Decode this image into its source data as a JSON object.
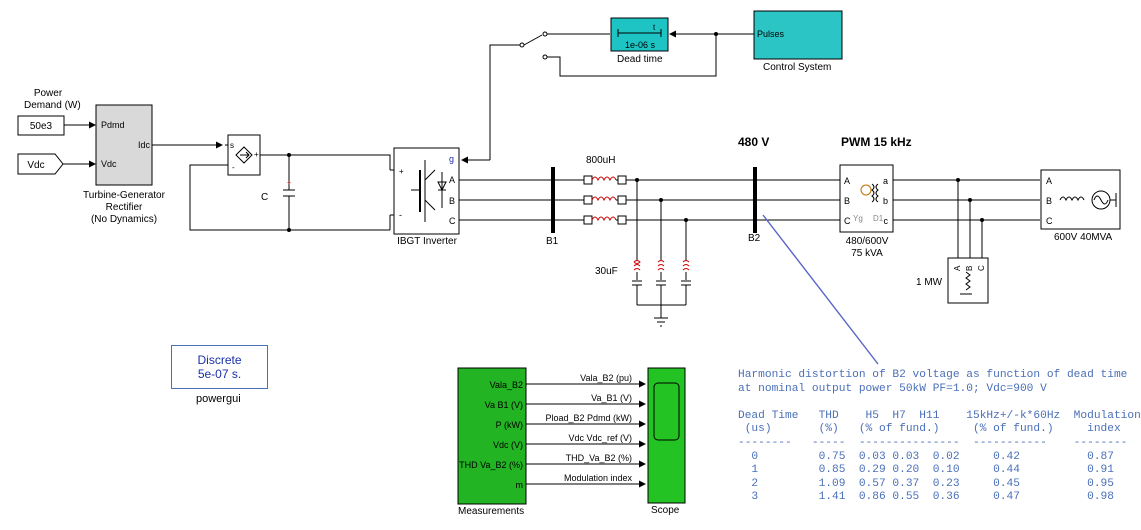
{
  "labels": {
    "power_demand_line1": "Power",
    "power_demand_line2": "Demand (W)",
    "constant_value": "50e3",
    "vdc_input": "Vdc",
    "rectifier_port_pdmd": "Pdmd",
    "rectifier_port_vdc": "Vdc",
    "rectifier_port_idc": "Idc",
    "rectifier_name_1": "Turbine-Generator",
    "rectifier_name_2": "Rectifier",
    "rectifier_name_3": "(No Dynamics)",
    "capacitor_c": "C",
    "current_source_s": "s",
    "inverter_g": "g",
    "inverter_a": "A",
    "inverter_b": "B",
    "inverter_c": "C",
    "inverter_plus": "+",
    "inverter_minus": "-",
    "inverter_name": "IBGT Inverter",
    "inductor_label": "800uH",
    "capacitor_30uf": "30uF",
    "bus_b1": "B1",
    "bus_b2": "B2",
    "v480": "480 V",
    "pwm": "PWM 15 kHz",
    "dead_time_t": "t",
    "dead_time_value": "1e-06 s",
    "dead_time_name": "Dead time",
    "control_pulses": "Pulses",
    "control_name": "Control System",
    "xfmr_A": "A",
    "xfmr_B": "B",
    "xfmr_C": "C",
    "xfmr_a": "a",
    "xfmr_b": "b",
    "xfmr_c": "c",
    "xfmr_yg": "Yg",
    "xfmr_d1": "D1",
    "xfmr_name_1": "480/600V",
    "xfmr_name_2": "75 kVA",
    "load_name": "1 MW",
    "load_A": "A",
    "load_B": "B",
    "load_C": "C",
    "source_A": "A",
    "source_B": "B",
    "source_C": "C",
    "source_name": "600V 40MVA",
    "powergui_1": "Discrete",
    "powergui_2": "5e-07 s.",
    "powergui_name": "powergui",
    "measurements_name": "Measurements",
    "scope_name": "Scope"
  },
  "measurements": {
    "ports": [
      "Vala_B2",
      "Va B1 (V)",
      "P  (kW)",
      "Vdc (V)",
      "THD Va_B2 (%)",
      "m"
    ],
    "signals": [
      "Vala_B2 (pu)",
      "Va_B1 (V)",
      "Pload_B2 Pdmd (kW)",
      "Vdc Vdc_ref (V)",
      "THD_Va_B2 (%)",
      "Modulation index"
    ]
  },
  "annotation": {
    "title_1": "Harmonic distortion of B2 voltage as function of dead time",
    "title_2": "at nominal output power 50kW PF=1.0; Vdc=900 V",
    "header_1": "Dead Time   THD    H5  H7  H11    15kHz+/-k*60Hz  Modulation",
    "header_2": " (us)       (%)   (% of fund.)     (% of fund.)     index",
    "separator": "--------   -----  ---------------  -----------    --------",
    "rows": [
      "  0         0.75  0.03 0.03  0.02     0.42          0.87",
      "  1         0.85  0.29 0.20  0.10     0.44          0.91",
      "  2         1.09  0.57 0.37  0.23     0.45          0.95",
      "  3         1.41  0.86 0.55  0.36     0.47          0.98"
    ]
  },
  "colors": {
    "block_fill": "#d9d9d9",
    "dead_time_fill": "#1ec4c4",
    "control_fill": "#2cc5c5",
    "measurements_fill": "#22b422",
    "scope_fill": "#22c322",
    "annotation_text": "#4a6fb8",
    "link_line": "#5a63c8"
  }
}
